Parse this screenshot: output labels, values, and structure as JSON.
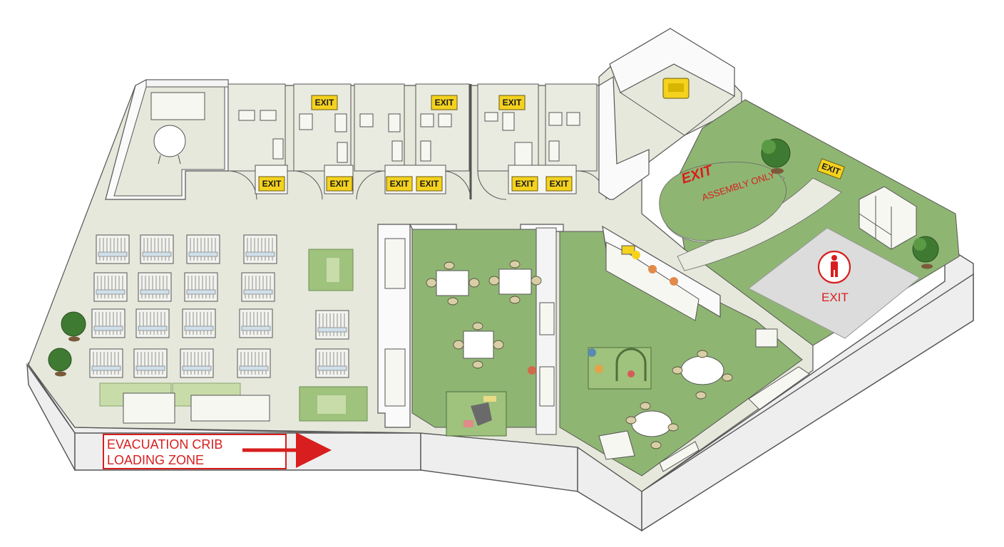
{
  "signs": {
    "exit_label": "EXIT",
    "assembly_line1": "EXIT",
    "assembly_line2": "ASSEMBLY ONLY",
    "yard_exit": "EXIT",
    "loading_zone_line1": "EVACUATION CRIB",
    "loading_zone_line2": "LOADING ZONE"
  },
  "colors": {
    "grass": "#8fb573",
    "floor": "#e6e8dc",
    "wall": "#ececec",
    "sign_yellow": "#f4d21e",
    "alert_red": "#d81e1e",
    "play_mat": "#9fc27d",
    "crib": "#f2f2ee"
  },
  "icons": {
    "person_exit": "person-icon",
    "arrow": "arrow-right-icon",
    "tree": "tree-icon"
  },
  "crib_grid": {
    "rows": 4,
    "cols": 4
  }
}
